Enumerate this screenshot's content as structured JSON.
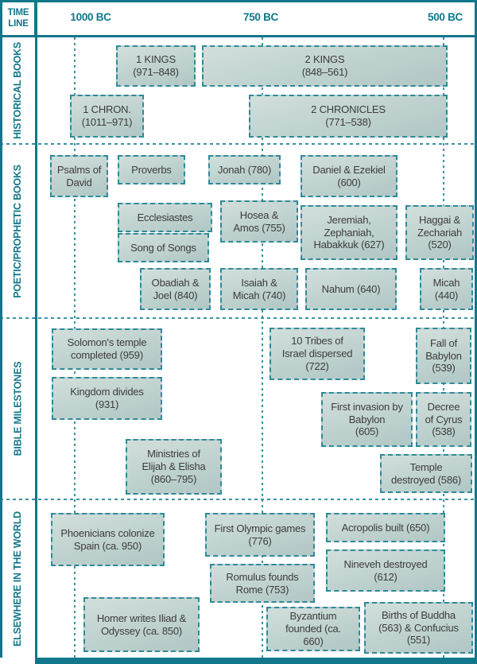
{
  "header": {
    "corner_label": "TIME\nLINE",
    "axis_dates": [
      "1000 BC",
      "750 BC",
      "500 BC"
    ]
  },
  "sections": [
    {
      "label": "HISTORICAL BOOKS",
      "boxes": [
        {
          "label": "1 KINGS\n(971–848)"
        },
        {
          "label": "2 KINGS\n(848–561)"
        },
        {
          "label": "1 CHRON.\n(1011–971)"
        },
        {
          "label": "2 CHRONICLES\n(771–538)"
        }
      ]
    },
    {
      "label": "POETIC/PROPHETIC BOOKS",
      "boxes": [
        {
          "label": "Psalms of\nDavid"
        },
        {
          "label": "Proverbs"
        },
        {
          "label": "Jonah (780)"
        },
        {
          "label": "Daniel & Ezekiel\n(600)"
        },
        {
          "label": "Ecclesiastes"
        },
        {
          "label": "Hosea &\nAmos (755)"
        },
        {
          "label": "Jeremiah,\nZephaniah,\nHabakkuk (627)"
        },
        {
          "label": "Haggai &\nZechariah\n(520)"
        },
        {
          "label": "Song of Songs"
        },
        {
          "label": "Obadiah &\nJoel (840)"
        },
        {
          "label": "Isaiah &\nMicah (740)"
        },
        {
          "label": "Nahum (640)"
        },
        {
          "label": "Micah\n(440)"
        }
      ]
    },
    {
      "label": "BIBLE MILESTONES",
      "boxes": [
        {
          "label": "Solomon's temple\ncompleted (959)"
        },
        {
          "label": "Kingdom divides\n(931)"
        },
        {
          "label": "10 Tribes of\nIsrael dispersed\n(722)"
        },
        {
          "label": "Fall of\nBabylon\n(539)"
        },
        {
          "label": "First invasion by\nBabylon\n(605)"
        },
        {
          "label": "Decree\nof Cyrus\n(538)"
        },
        {
          "label": "Ministries of\nElijah & Elisha\n(860–795)"
        },
        {
          "label": "Temple\ndestroyed (586)"
        }
      ]
    },
    {
      "label": "ELSEWHERE IN THE WORLD",
      "boxes": [
        {
          "label": "Phoenicians colonize\nSpain (ca. 950)"
        },
        {
          "label": "First Olympic games\n(776)"
        },
        {
          "label": "Acropolis built (650)"
        },
        {
          "label": "Nineveh destroyed\n(612)"
        },
        {
          "label": "Romulus founds\nRome (753)"
        },
        {
          "label": "Homer writes Iliad &\nOdyssey (ca. 850)"
        },
        {
          "label": "Byzantium\nfounded (ca.\n660)"
        },
        {
          "label": "Births of Buddha\n(563) & Confucius\n(551)"
        }
      ]
    }
  ],
  "colors": {
    "teal_frame": "#12778a",
    "box_border": "#2e8a99",
    "box_fill_top": "#d2dfdc",
    "box_fill_bottom": "#b0c7c5",
    "box_text": "#3c3c3c",
    "gridline": "#3a93a3",
    "background": "#ffffff"
  }
}
